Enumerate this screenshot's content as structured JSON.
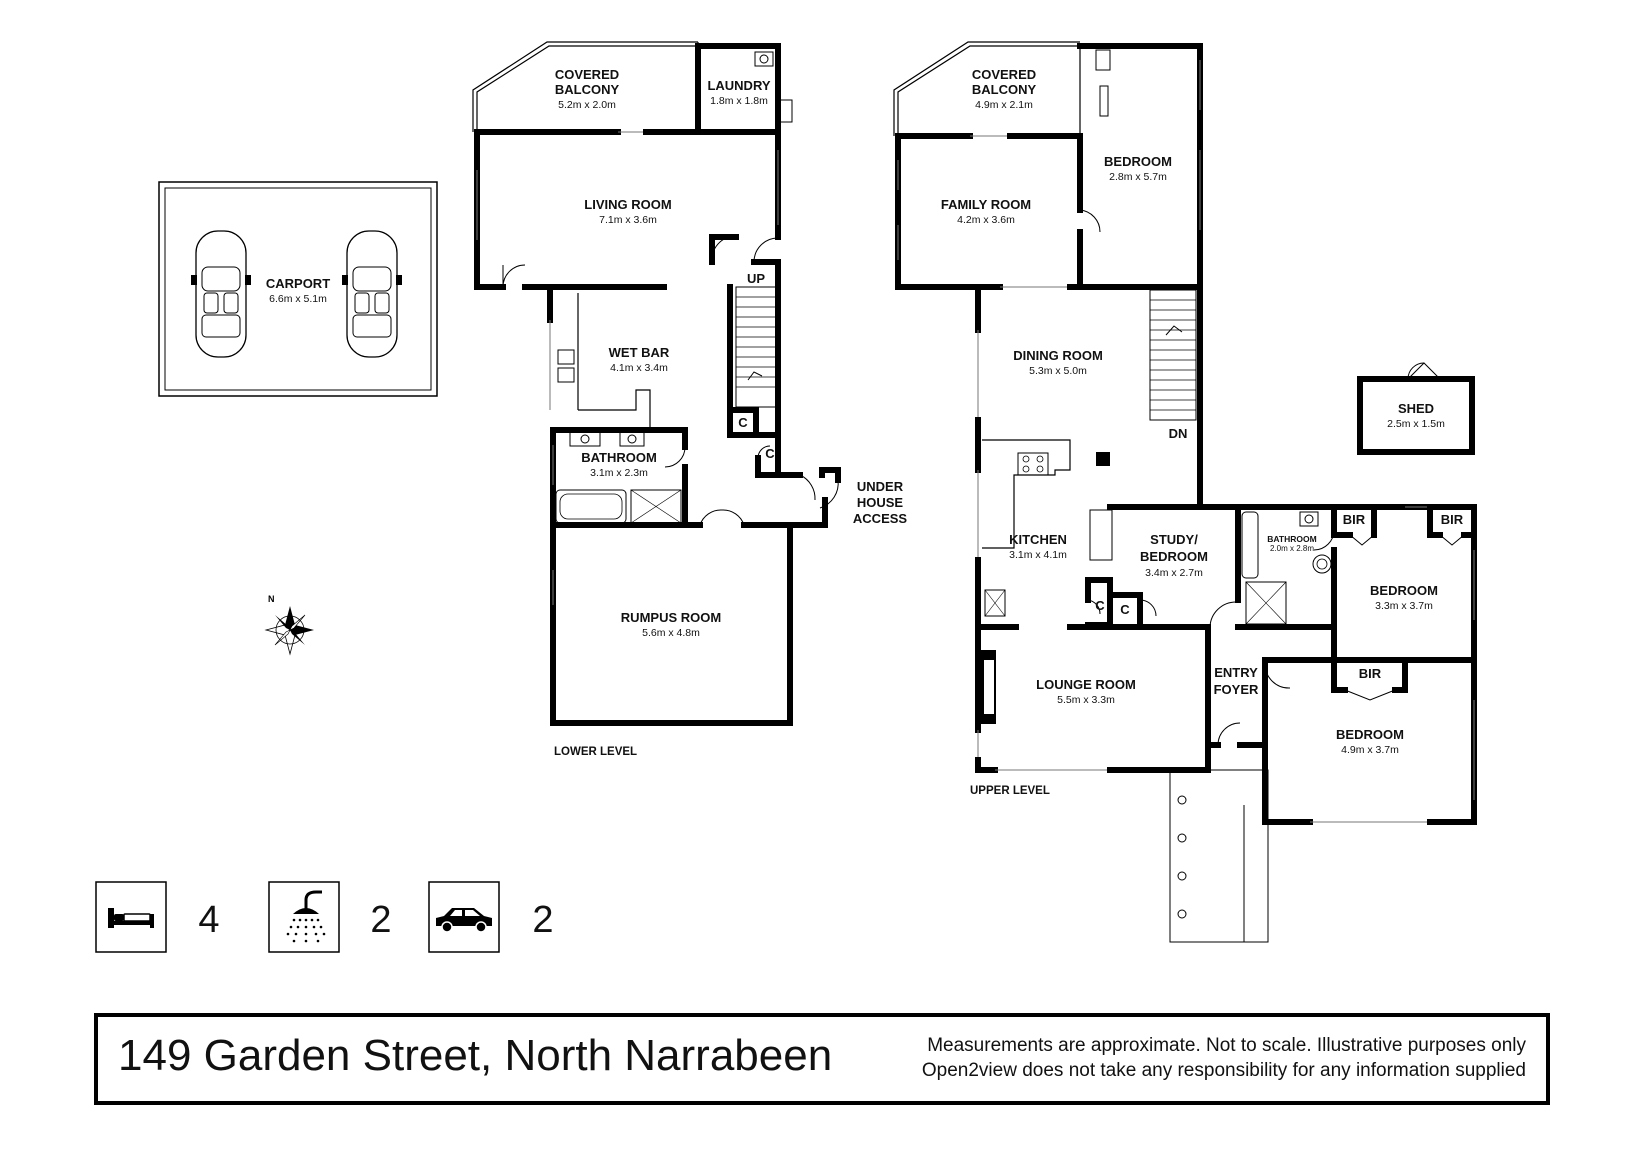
{
  "lower_level": {
    "label": "LOWER LEVEL",
    "rooms": {
      "covered_balcony": {
        "name_1": "COVERED",
        "name_2": "BALCONY",
        "size": "5.2m x 2.0m"
      },
      "laundry": {
        "name": "LAUNDRY",
        "size": "1.8m x 1.8m"
      },
      "living_room": {
        "name": "LIVING ROOM",
        "size": "7.1m x 3.6m"
      },
      "wet_bar": {
        "name": "WET BAR",
        "size": "4.1m x 3.4m"
      },
      "bathroom": {
        "name": "BATHROOM",
        "size": "3.1m x 2.3m"
      },
      "rumpus_room": {
        "name": "RUMPUS ROOM",
        "size": "5.6m x 4.8m"
      }
    },
    "stair_label": "UP",
    "cupboard_label": "C",
    "under_house": {
      "line_1": "UNDER",
      "line_2": "HOUSE",
      "line_3": "ACCESS"
    }
  },
  "carport": {
    "name": "CARPORT",
    "size": "6.6m x 5.1m"
  },
  "upper_level": {
    "label": "UPPER LEVEL",
    "rooms": {
      "covered_balcony": {
        "name_1": "COVERED",
        "name_2": "BALCONY",
        "size": "4.9m x 2.1m"
      },
      "family_room": {
        "name": "FAMILY ROOM",
        "size": "4.2m x 3.6m"
      },
      "bedroom_1": {
        "name": "BEDROOM",
        "size": "2.8m x 5.7m"
      },
      "dining_room": {
        "name": "DINING ROOM",
        "size": "5.3m x 5.0m"
      },
      "kitchen": {
        "name": "KITCHEN",
        "size": "3.1m x 4.1m"
      },
      "study": {
        "name_1": "STUDY/",
        "name_2": "BEDROOM",
        "size": "3.4m x 2.7m"
      },
      "bathroom": {
        "name": "BATHROOM",
        "size": "2.0m x 2.8m"
      },
      "bedroom_2": {
        "name": "BEDROOM",
        "size": "3.3m x 3.7m"
      },
      "bedroom_3": {
        "name": "BEDROOM",
        "size": "4.9m x 3.7m"
      },
      "lounge_room": {
        "name": "LOUNGE ROOM",
        "size": "5.5m x 3.3m"
      },
      "entry_foyer": {
        "name_1": "ENTRY",
        "name_2": "FOYER"
      }
    },
    "stair_label": "DN",
    "cupboard_label": "C",
    "bir_label": "BIR"
  },
  "shed": {
    "name": "SHED",
    "size": "2.5m x 1.5m"
  },
  "compass_label": "N",
  "summary": {
    "bedrooms": {
      "icon": "bed-icon",
      "count": "4"
    },
    "bathrooms": {
      "icon": "shower-icon",
      "count": "2"
    },
    "parking": {
      "icon": "car-icon",
      "count": "2"
    }
  },
  "footer": {
    "address": "149 Garden Street, North Narrabeen",
    "disclaimer_line_1": "Measurements are approximate. Not to scale. Illustrative purposes only",
    "disclaimer_line_2": "Open2view does not take any responsibility for any information supplied"
  },
  "colors": {
    "wall": "#000000",
    "background": "#ffffff",
    "window": "#777777"
  }
}
